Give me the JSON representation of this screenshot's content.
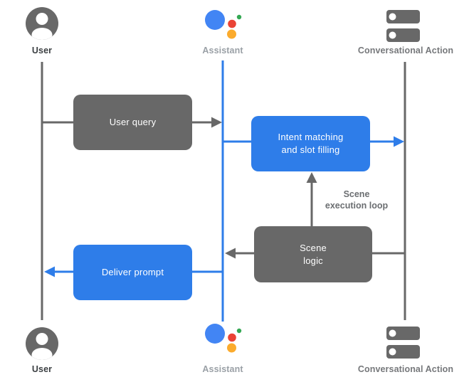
{
  "diagram": {
    "lanes": {
      "user": {
        "label": "User"
      },
      "assistant": {
        "label": "Assistant"
      },
      "conversational_action": {
        "label": "Conversational Action"
      }
    },
    "nodes": {
      "user_query": {
        "label": "User query"
      },
      "intent_matching": {
        "line1": "Intent matching",
        "line2": "and slot filling"
      },
      "scene_logic": {
        "line1": "Scene",
        "line2": "logic"
      },
      "deliver_prompt": {
        "label": "Deliver prompt"
      }
    },
    "annotations": {
      "scene_execution_loop": {
        "line1": "Scene",
        "line2": "execution loop"
      }
    },
    "colors": {
      "lane_and_node_gray": "#686868",
      "accent_blue": "#2e7de9",
      "user_label_dark": "#3c4043",
      "assistant_label_light": "#9aa0a6",
      "conversational_action_label": "#76787b",
      "logo_blue": "#4285f4",
      "logo_red": "#ea4335",
      "logo_green": "#34a853",
      "logo_yellow": "#fbab2d"
    }
  }
}
